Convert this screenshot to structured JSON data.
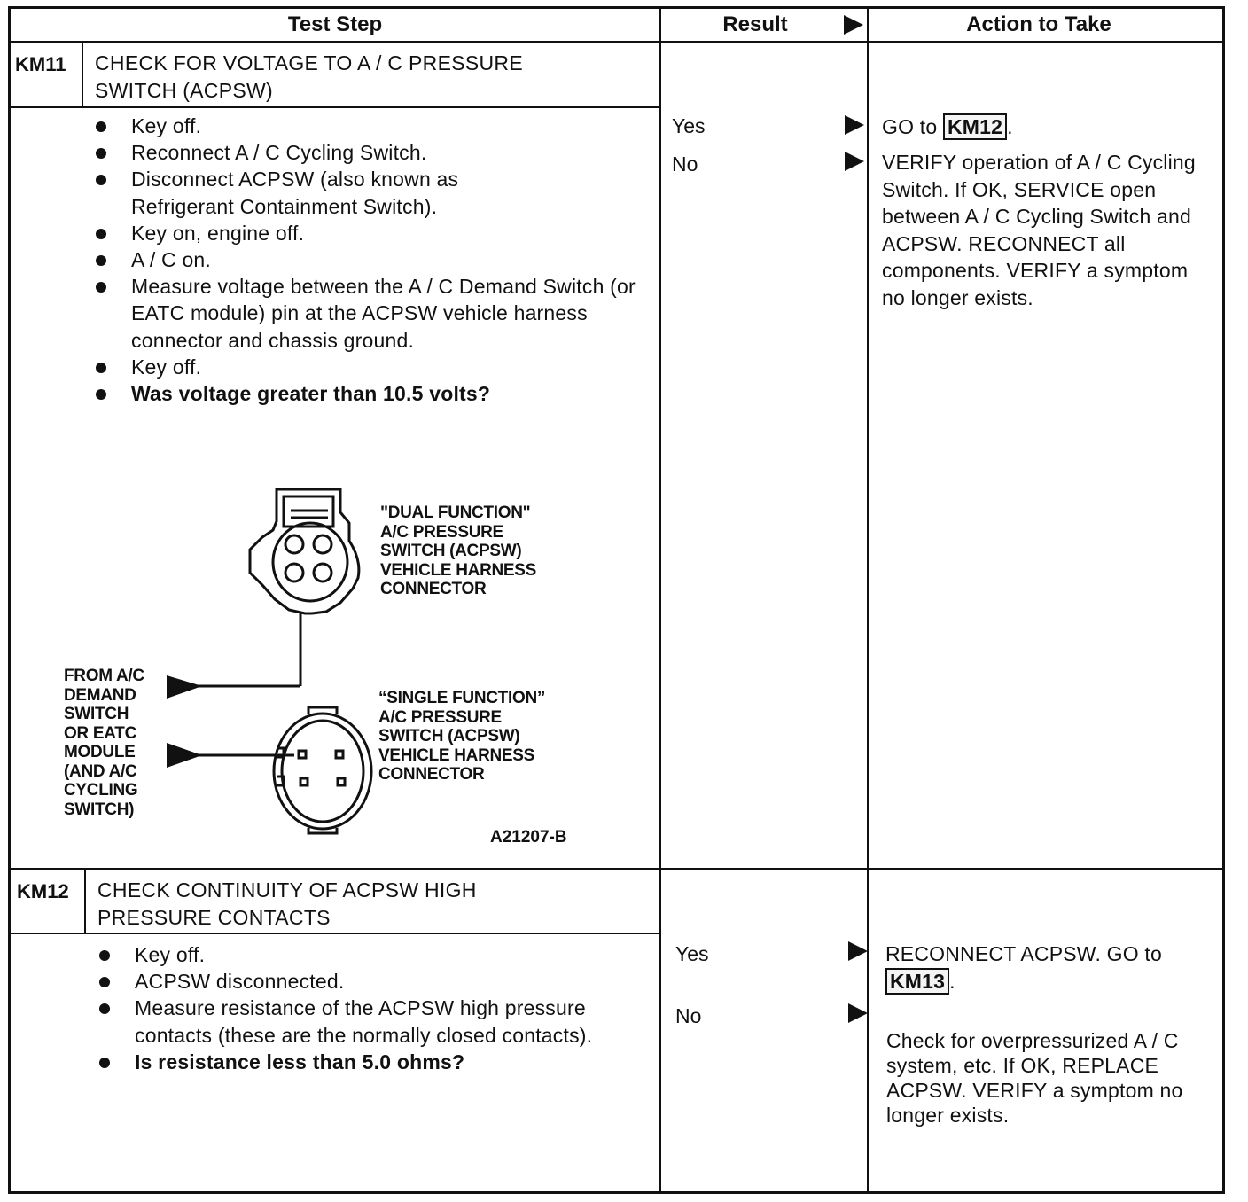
{
  "header": {
    "test_step": "Test Step",
    "result": "Result",
    "action": "Action to Take"
  },
  "km11": {
    "code": "KM11",
    "title": [
      "CHECK FOR VOLTAGE TO A / C PRESSURE",
      "SWITCH (ACPSW)"
    ],
    "bullets": [
      "Key off.",
      "Reconnect A / C Cycling Switch.",
      "Disconnect ACPSW (also known as Refrigerant Containment Switch).",
      "Key on, engine off.",
      "A / C on.",
      "Measure voltage between the A / C Demand Switch (or EATC module) pin at the ACPSW vehicle harness connector and chassis ground.",
      "Key off.",
      "Was voltage greater than 10.5 volts?"
    ],
    "results": [
      {
        "label": "Yes",
        "action_prefix": "GO to ",
        "action_ref": "KM12",
        "action_suffix": "."
      },
      {
        "label": "No",
        "action": "VERIFY operation of A / C Cycling Switch. If OK, SERVICE open between A / C Cycling Switch and ACPSW. RECONNECT all components. VERIFY a symptom no longer exists."
      }
    ],
    "figure": {
      "dual_caption": [
        "\"DUAL FUNCTION\"",
        "A/C PRESSURE",
        "SWITCH (ACPSW)",
        "VEHICLE HARNESS",
        "CONNECTOR"
      ],
      "single_caption": [
        "“SINGLE FUNCTION”",
        "A/C PRESSURE",
        "SWITCH (ACPSW)",
        "VEHICLE HARNESS",
        "CONNECTOR"
      ],
      "from_caption": [
        "FROM A/C",
        "DEMAND",
        "SWITCH",
        "OR EATC",
        "MODULE",
        "(AND A/C",
        "CYCLING",
        "SWITCH)"
      ],
      "figure_id": "A21207-B"
    }
  },
  "km12": {
    "code": "KM12",
    "title": [
      "CHECK CONTINUITY OF ACPSW HIGH",
      "PRESSURE CONTACTS"
    ],
    "bullets": [
      "Key off.",
      "ACPSW disconnected.",
      "Measure resistance of the ACPSW high pressure contacts (these are the normally closed contacts).",
      "Is resistance less than 5.0 ohms?"
    ],
    "results": [
      {
        "label": "Yes",
        "action_prefix": "RECONNECT ACPSW. GO to ",
        "action_ref": "KM13",
        "action_suffix": "."
      },
      {
        "label": "No",
        "action": "Check for overpressurized A / C system, etc. If OK, REPLACE ACPSW. VERIFY a symptom no longer exists."
      }
    ]
  }
}
